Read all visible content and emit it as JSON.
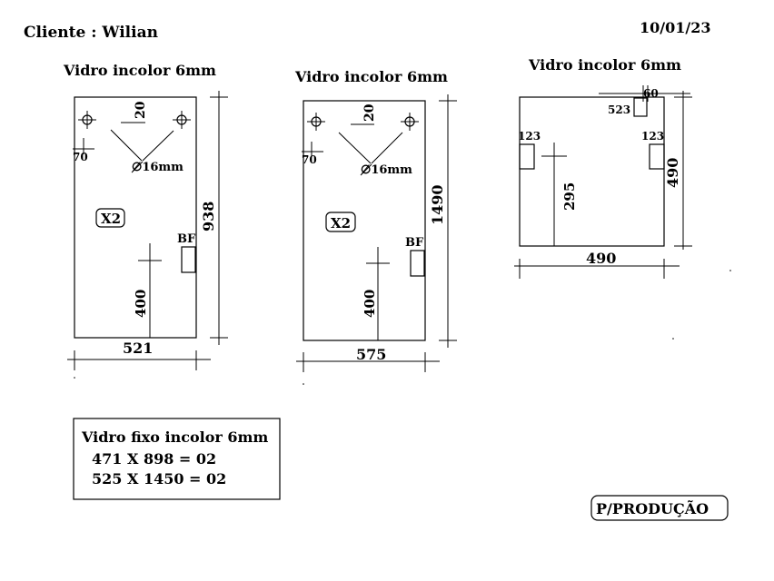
{
  "header": {
    "client": "Cliente : Wilian",
    "date": "10/01/23"
  },
  "panels": [
    {
      "title": "Vidro incolor 6mm",
      "width_label": "521",
      "height_label": "938",
      "hole_spacing_label": "20",
      "edge_label": "70",
      "hole_label": "∅16mm",
      "quantity_label": "X2",
      "lock_label": "BF",
      "handle_height_label": "400"
    },
    {
      "title": "Vidro incolor 6mm",
      "width_label": "575",
      "height_label": "1490",
      "hole_spacing_label": "20",
      "edge_label": "70",
      "hole_label": "∅16mm",
      "quantity_label": "X2",
      "lock_label": "BF",
      "handle_height_label": "400"
    },
    {
      "title": "Vidro incolor 6mm",
      "width_label": "490",
      "height_label": "490",
      "notch_width_label": "60",
      "notch_offset_label": "523",
      "left_cutout_label": "123",
      "right_cutout_label": "123",
      "center_height_label": "295"
    }
  ],
  "fixed_glass": {
    "title": "Vidro fixo incolor 6mm",
    "lines": [
      "471 X 898 = 02",
      "525 X 1450 = 02"
    ]
  },
  "stamp": "P/PRODUÇÃO"
}
